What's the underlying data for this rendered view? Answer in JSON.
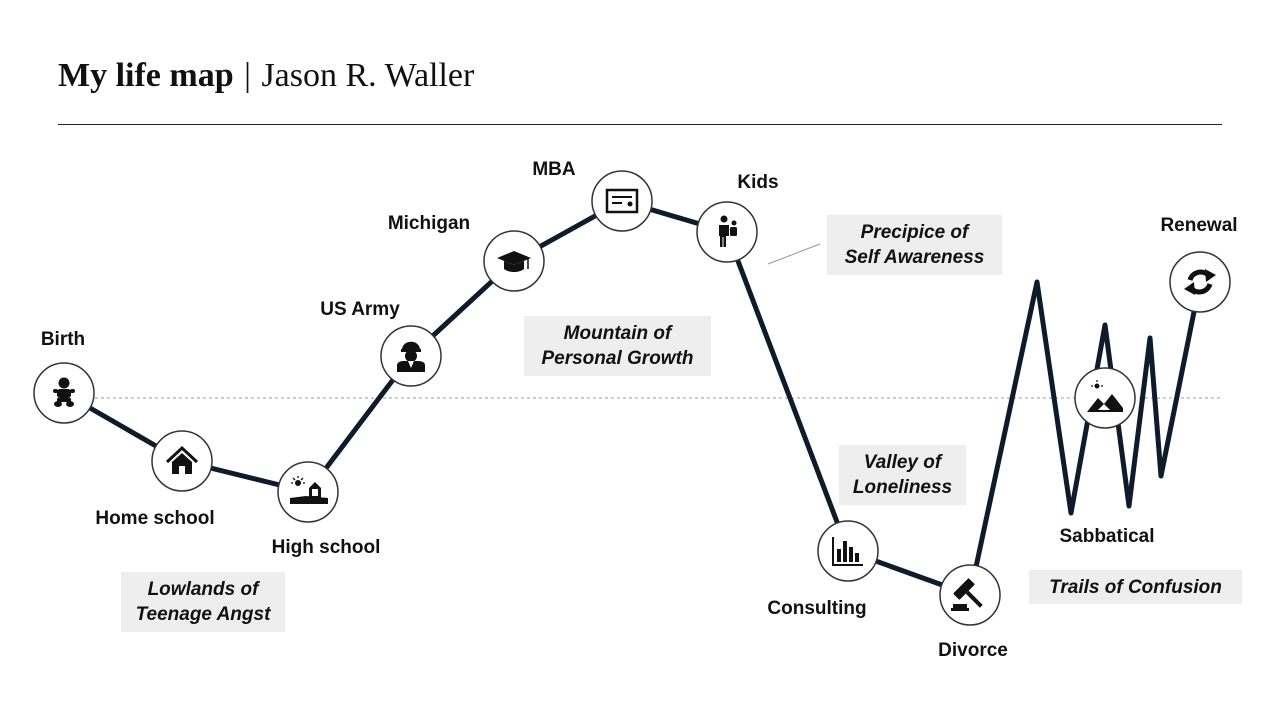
{
  "title": {
    "main": "My life map",
    "separator": "|",
    "author": "Jason R. Waller"
  },
  "colors": {
    "path": "#0d1b2a",
    "baseline": "#bbbbbb",
    "node_fill": "#ffffff",
    "node_stroke": "#333333",
    "icon": "#111111",
    "label_box": "#eeeeee"
  },
  "milestones": [
    {
      "label": "Birth",
      "icon": "baby-icon"
    },
    {
      "label": "Home school",
      "icon": "house-icon"
    },
    {
      "label": "High school",
      "icon": "barn-icon"
    },
    {
      "label": "US Army",
      "icon": "soldier-icon"
    },
    {
      "label": "Michigan",
      "icon": "graduation-cap-icon"
    },
    {
      "label": "MBA",
      "icon": "diploma-icon"
    },
    {
      "label": "Kids",
      "icon": "parent-child-icon"
    },
    {
      "label": "Consulting",
      "icon": "bar-chart-icon"
    },
    {
      "label": "Divorce",
      "icon": "gavel-icon"
    },
    {
      "label": "Sabbatical",
      "icon": "mountain-sun-icon"
    },
    {
      "label": "Renewal",
      "icon": "refresh-icon"
    }
  ],
  "regions": [
    {
      "lines": [
        "Lowlands of",
        "Teenage Angst"
      ]
    },
    {
      "lines": [
        "Mountain of",
        "Personal Growth"
      ]
    },
    {
      "lines": [
        "Precipice of",
        "Self Awareness"
      ]
    },
    {
      "lines": [
        "Valley of",
        "Loneliness"
      ]
    },
    {
      "lines": [
        "Trails of Confusion"
      ]
    }
  ]
}
